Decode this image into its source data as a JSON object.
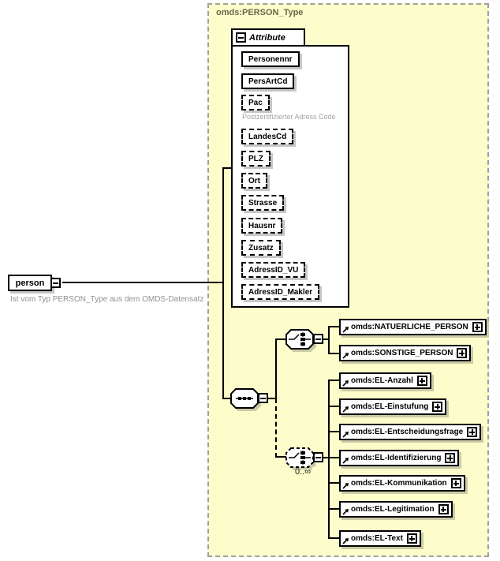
{
  "panel": {
    "title": "omds:PERSON_Type"
  },
  "person": {
    "label": "person",
    "annotation": "Ist vom Typ PERSON_Type aus dem OMDS-Datensatz"
  },
  "attributes": {
    "header": "Attribute",
    "items": [
      {
        "label": "Personennr",
        "required": true
      },
      {
        "label": "PersArtCd",
        "required": true
      },
      {
        "label": "Pac",
        "required": false,
        "annotation": "Postzertifizierter Adress Code"
      },
      {
        "label": "LandesCd",
        "required": false
      },
      {
        "label": "PLZ",
        "required": false
      },
      {
        "label": "Ort",
        "required": false
      },
      {
        "label": "Strasse",
        "required": false
      },
      {
        "label": "Hausnr",
        "required": false
      },
      {
        "label": "Zusatz",
        "required": false
      },
      {
        "label": "AdressID_VU",
        "required": false
      },
      {
        "label": "AdressID_Makler",
        "required": false
      }
    ]
  },
  "person_group": {
    "type": "choice",
    "elements": [
      {
        "label": "omds:NATUERLICHE_PERSON"
      },
      {
        "label": "omds:SONSTIGE_PERSON"
      }
    ]
  },
  "el_group": {
    "type": "choice",
    "occurs": "0..∞",
    "elements": [
      {
        "label": "omds:EL-Anzahl"
      },
      {
        "label": "omds:EL-Einstufung"
      },
      {
        "label": "omds:EL-Entscheidungsfrage"
      },
      {
        "label": "omds:EL-Identifizierung"
      },
      {
        "label": "omds:EL-Kommunikation"
      },
      {
        "label": "omds:EL-Legitimation"
      },
      {
        "label": "omds:EL-Text"
      }
    ]
  },
  "colors": {
    "panel_bg": "#FDFCCB",
    "panel_border": "#A0A0A0",
    "title_text": "#6A6A4A",
    "annotation_text": "#919191",
    "box_border": "#000000",
    "shadow_on_white": "#C4C4C4",
    "shadow_on_yellow": "#CACAA6"
  }
}
